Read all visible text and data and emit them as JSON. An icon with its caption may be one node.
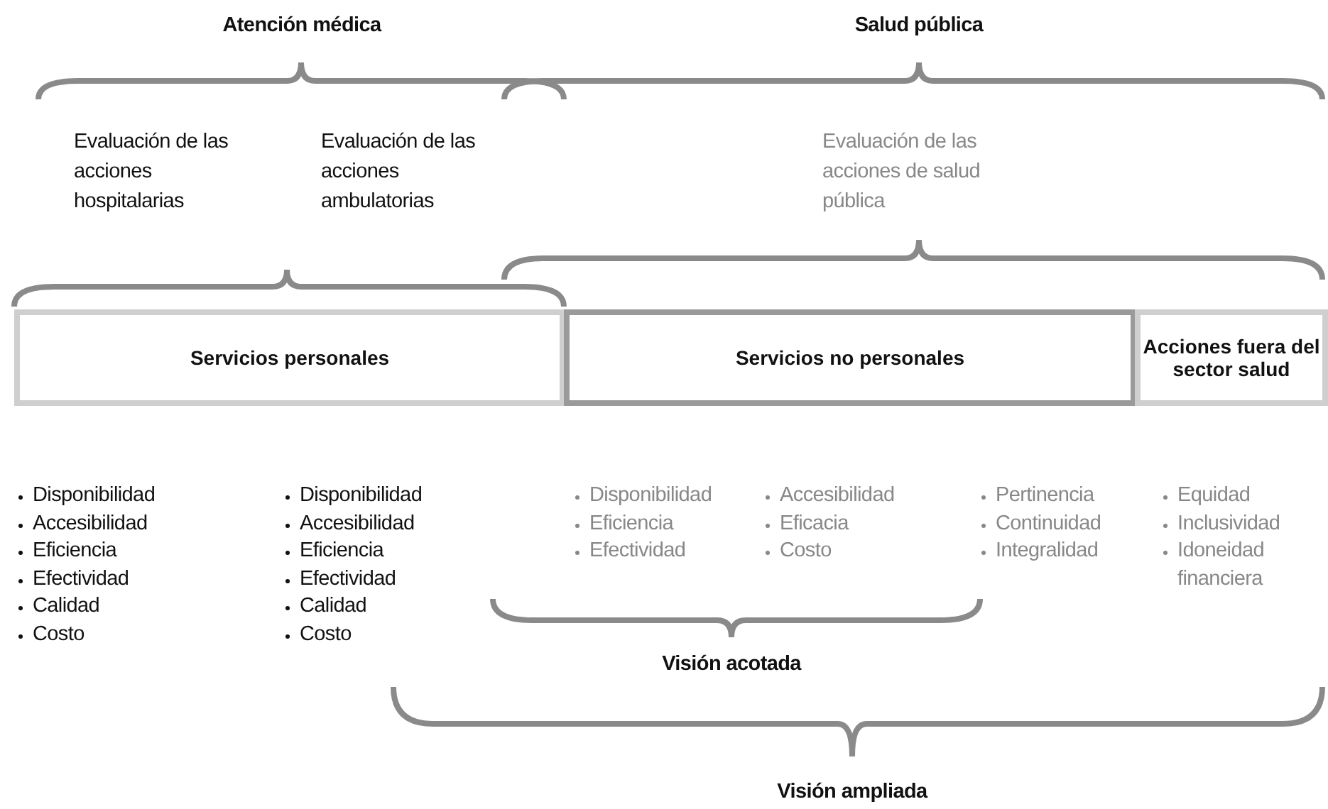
{
  "diagram": {
    "nodes": [
      {
        "text": [
          "Servicios personales"
        ]
      },
      {
        "text": [
          "Servicios no personales"
        ]
      },
      {
        "text": [
          "Acciones fuera del sector salud"
        ]
      }
    ],
    "edges": [],
    "labels": [
      "Atención médica",
      "Salud pública",
      "Evaluación de las acciones hospitalarias",
      "Evaluación de las acciones ambulatorias",
      "Evaluación de las acciones de salud pública",
      "Disponibilidad",
      "Accesibilidad",
      "Eficiencia",
      "Efectividad",
      "Calidad",
      "Costo",
      "Disponibilidad",
      "Accesibilidad",
      "Eficiencia",
      "Efectividad",
      "Calidad",
      "Costo",
      "Disponibilidad",
      "Eficiencia",
      "Efectividad",
      "Accesibilidad",
      "Eficacia",
      "Costo",
      "Pertinencia",
      "Continuidad",
      "Integralidad",
      "Equidad",
      "Inclusividad",
      "Idoneidad financiera",
      "Visión acotada",
      "Visión ampliada"
    ]
  }
}
